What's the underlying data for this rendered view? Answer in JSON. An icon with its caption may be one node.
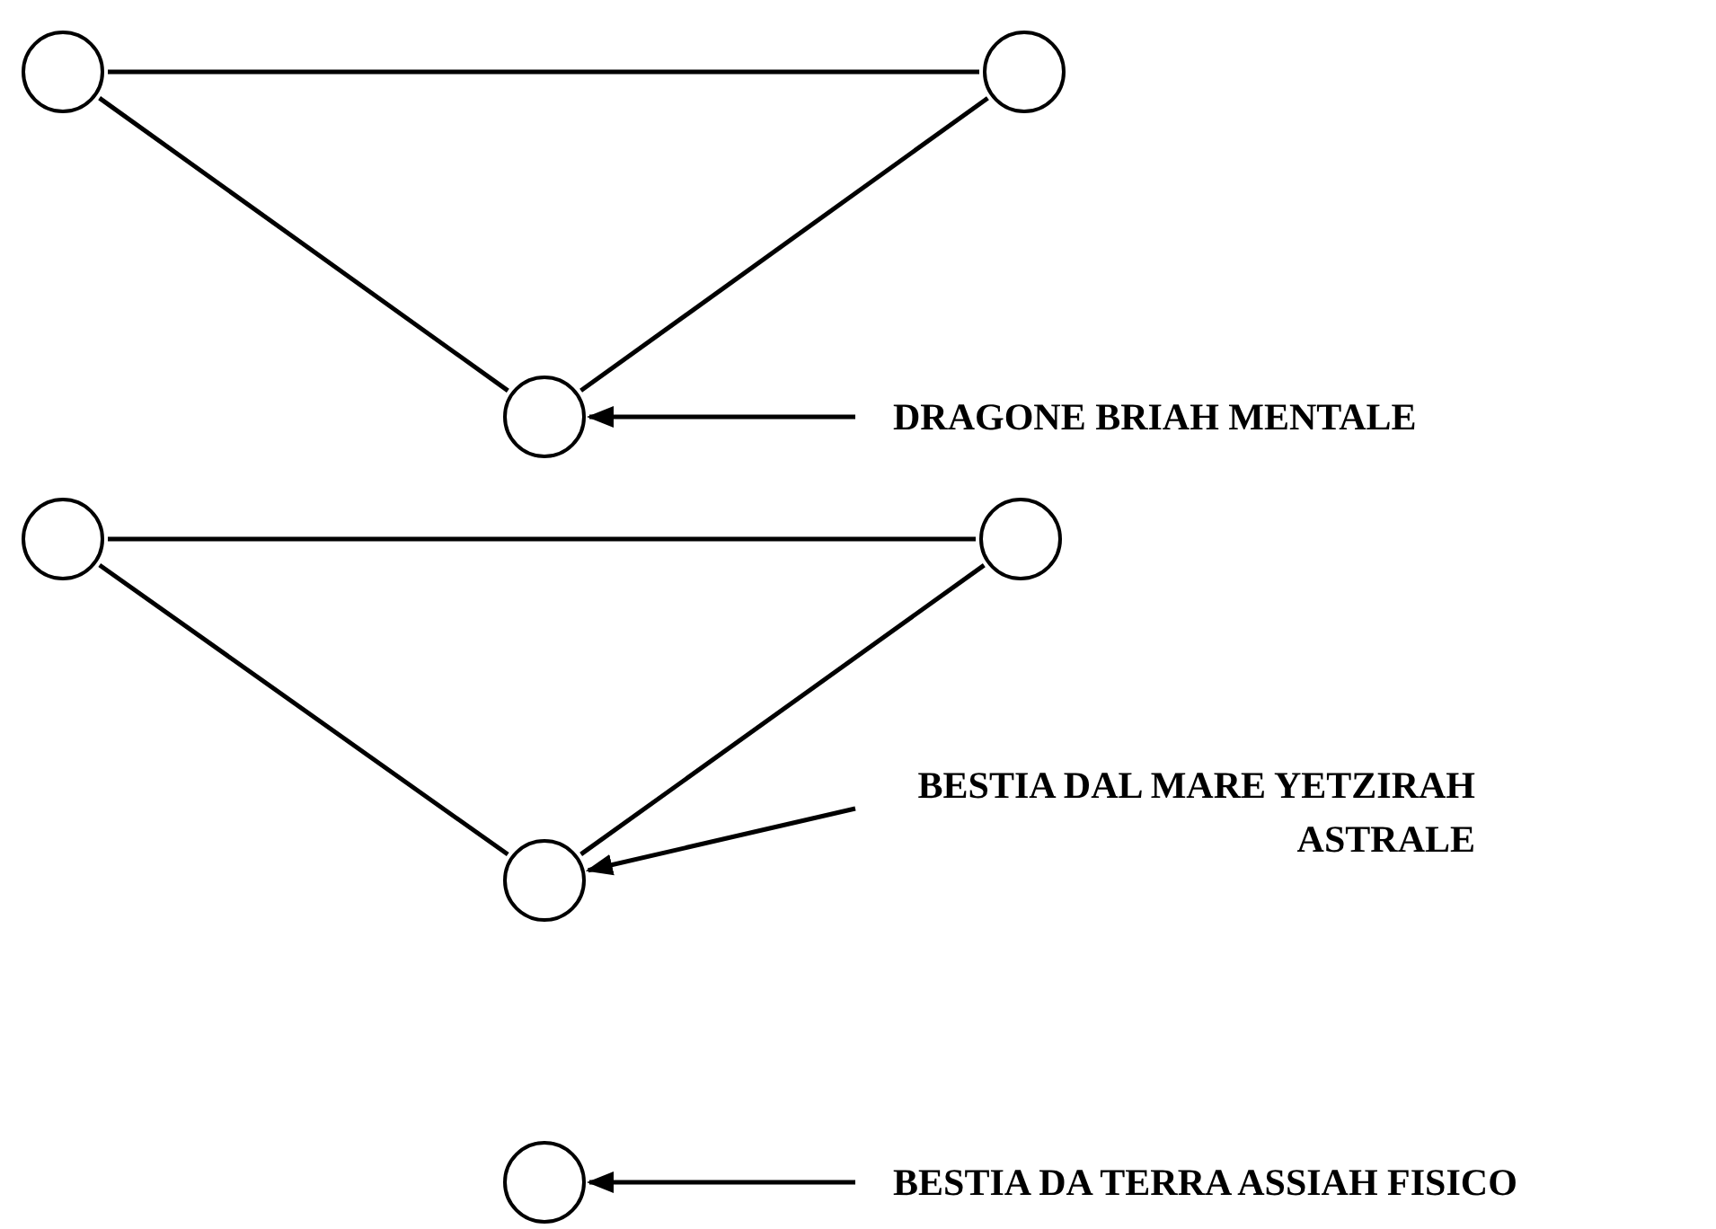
{
  "diagram": {
    "nodes": [
      {
        "text": [],
        "shape": "circle"
      },
      {
        "text": [],
        "shape": "circle"
      },
      {
        "text": [],
        "shape": "circle"
      },
      {
        "text": [
          "DRAGONE BRIAH MENTALE"
        ]
      },
      {
        "text": [],
        "shape": "circle"
      },
      {
        "text": [],
        "shape": "circle"
      },
      {
        "text": [],
        "shape": "circle"
      },
      {
        "text": [
          "BESTIA DAL MARE YETZIRAH ASTRALE"
        ]
      },
      {
        "text": [],
        "shape": "circle"
      },
      {
        "text": [
          "BESTIA DA TERRA ASSIAH FISICO"
        ]
      }
    ],
    "edges": [
      {
        "from": 0,
        "to": 1,
        "arrow": "none"
      },
      {
        "from": 0,
        "to": 2,
        "arrow": "none"
      },
      {
        "from": 1,
        "to": 2,
        "arrow": "none"
      },
      {
        "from": 3,
        "to": 2,
        "arrow": "to"
      },
      {
        "from": 4,
        "to": 5,
        "arrow": "none"
      },
      {
        "from": 4,
        "to": 6,
        "arrow": "none"
      },
      {
        "from": 5,
        "to": 6,
        "arrow": "none"
      },
      {
        "from": 7,
        "to": 6,
        "arrow": "to"
      },
      {
        "from": 9,
        "to": 8,
        "arrow": "to"
      }
    ]
  }
}
